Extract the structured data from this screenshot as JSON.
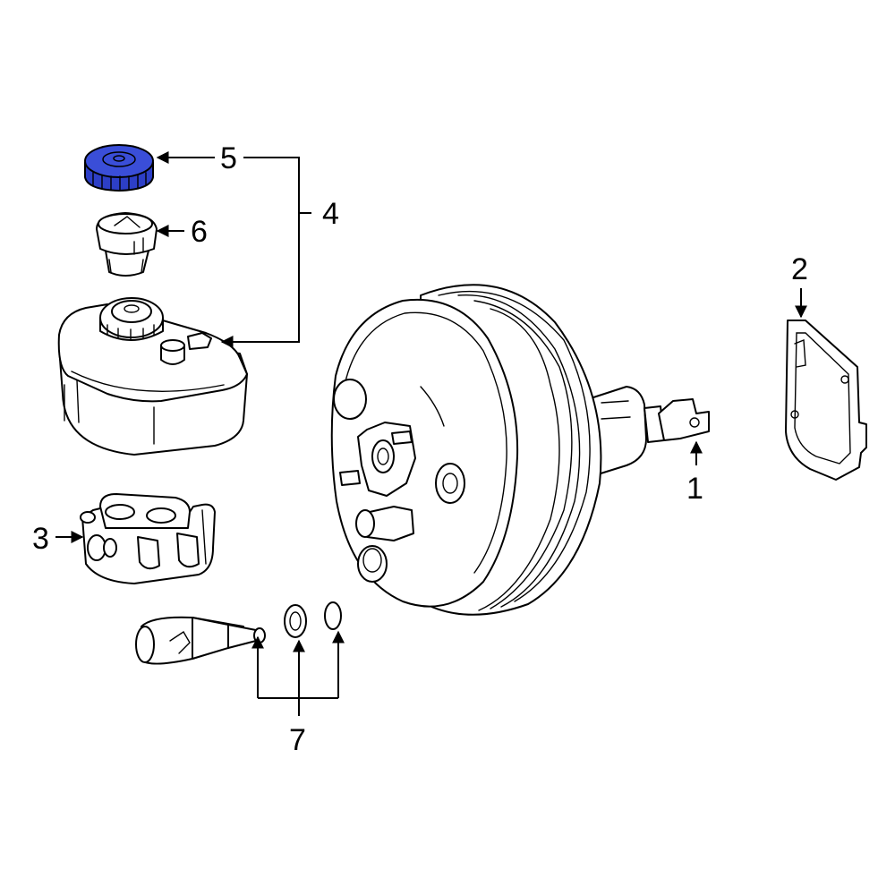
{
  "callouts": [
    {
      "id": "1",
      "label": "1"
    },
    {
      "id": "2",
      "label": "2"
    },
    {
      "id": "3",
      "label": "3"
    },
    {
      "id": "4",
      "label": "4"
    },
    {
      "id": "5",
      "label": "5"
    },
    {
      "id": "6",
      "label": "6"
    },
    {
      "id": "7",
      "label": "7"
    }
  ],
  "colors": {
    "highlight": "#2d3fc7",
    "line": "#000000",
    "background": "#ffffff"
  }
}
